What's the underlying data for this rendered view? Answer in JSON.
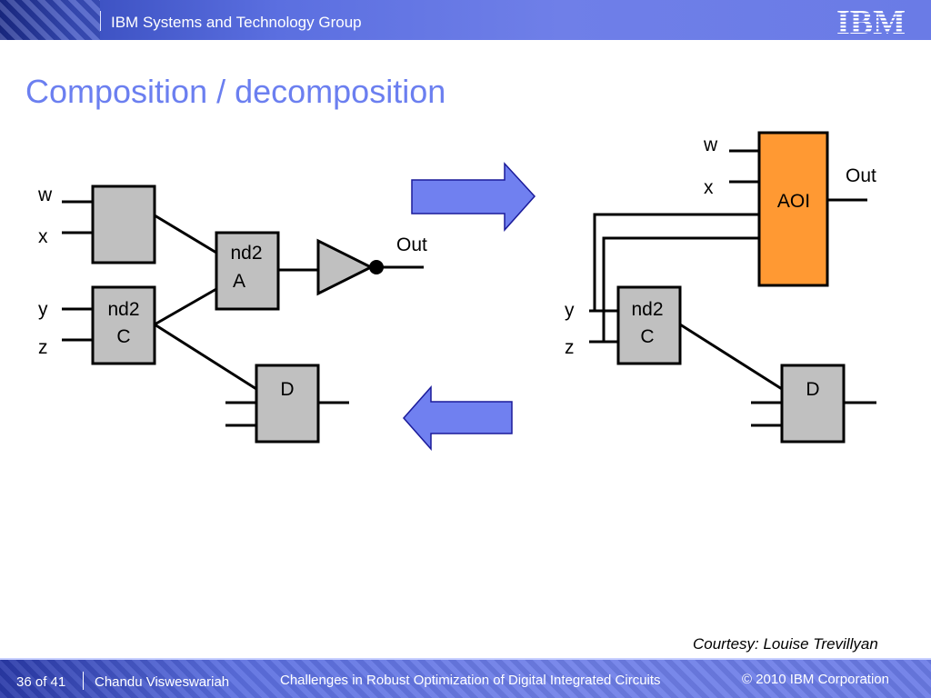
{
  "header": {
    "group": "IBM Systems and Technology Group",
    "logo": "IBM"
  },
  "title": "Composition / decomposition",
  "left_circuit": {
    "inputs": [
      "w",
      "x",
      "y",
      "z"
    ],
    "gate_c": [
      "nd2",
      "C"
    ],
    "gate_a": [
      "nd2",
      "A"
    ],
    "gate_d": "D",
    "output": "Out"
  },
  "right_circuit": {
    "inputs": [
      "w",
      "x",
      "y",
      "z"
    ],
    "aoi": "AOI",
    "gate_c": [
      "nd2",
      "C"
    ],
    "gate_d": "D",
    "output": "Out"
  },
  "courtesy": "Courtesy: Louise Trevillyan",
  "footer": {
    "page": "36 of 41",
    "author": "Chandu Visweswariah",
    "talk": "Challenges in Robust Optimization of Digital Integrated Circuits",
    "copyright": "© 2010 IBM Corporation"
  },
  "colors": {
    "title": "#6b7ff0",
    "arrow": "#7080f0",
    "gate": "#c0c0c0",
    "aoi": "#ff9933"
  }
}
